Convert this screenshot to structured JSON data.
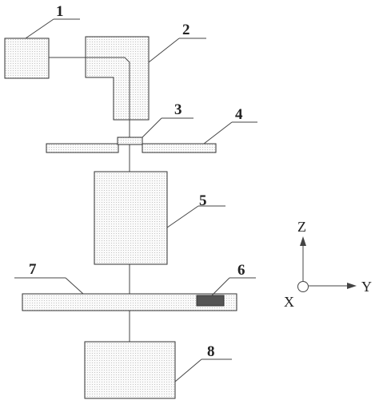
{
  "labels": {
    "part1": "1",
    "part2": "2",
    "part3": "3",
    "part4": "4",
    "part5": "5",
    "part6": "6",
    "part7": "7",
    "part8": "8"
  },
  "axes": {
    "z": "Z",
    "y": "Y",
    "x": "X"
  },
  "colors": {
    "outline": "#333333",
    "fill_dots": "#c8c8c8",
    "dark_block": "#555555"
  }
}
